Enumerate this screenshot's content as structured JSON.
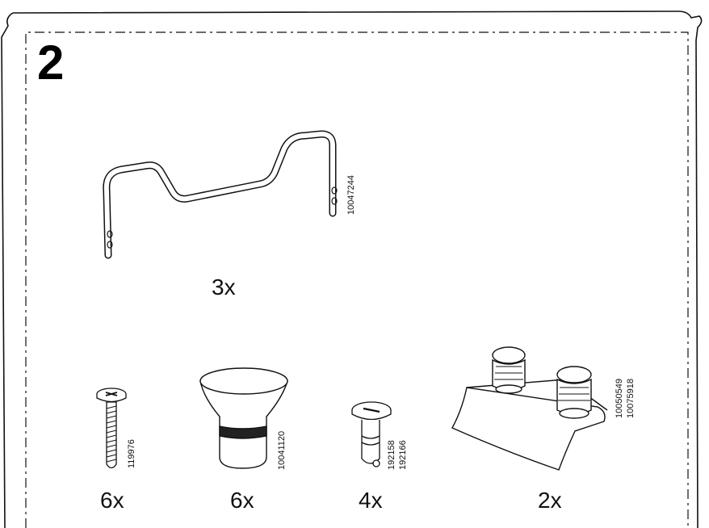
{
  "step": {
    "number": "2"
  },
  "parts": {
    "bracket": {
      "quantity": "3x",
      "part_number": "10047244"
    },
    "screw": {
      "quantity": "6x",
      "part_number": "119976"
    },
    "foot": {
      "quantity": "6x",
      "part_number": "10041120"
    },
    "cam_bolt": {
      "quantity": "4x",
      "part_number_1": "192158",
      "part_number_2": "192166"
    },
    "connector": {
      "quantity": "2x",
      "part_number_1": "10050549",
      "part_number_2": "10075918"
    }
  }
}
